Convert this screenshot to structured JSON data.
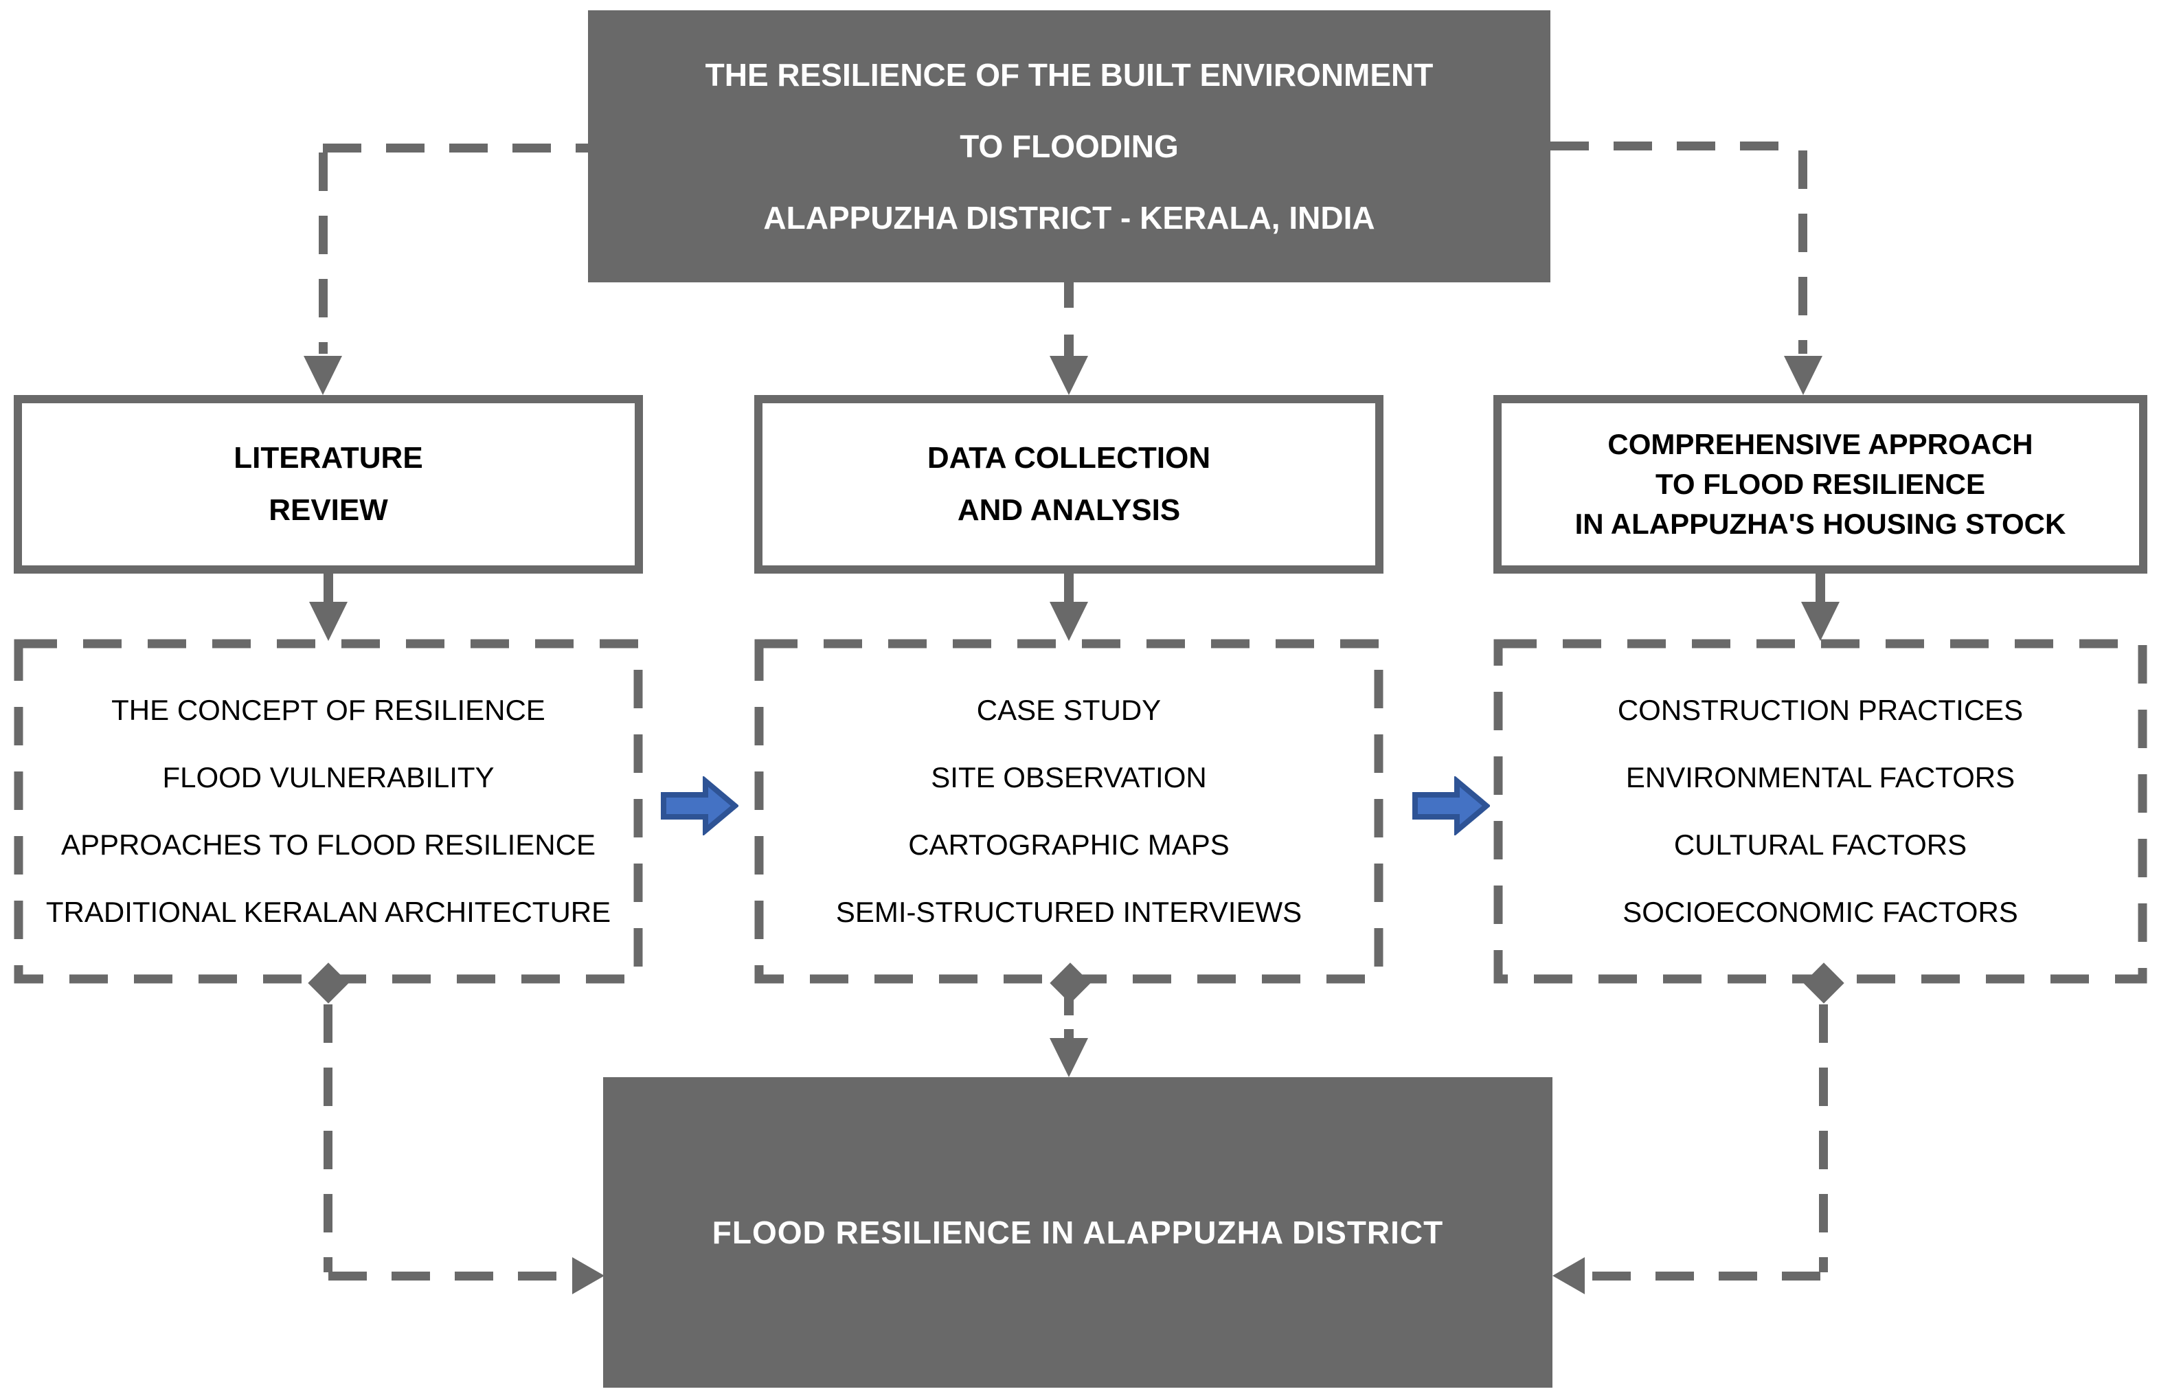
{
  "colors": {
    "gray": "#696969",
    "black_text": "#000000",
    "white_text": "#ffffff",
    "blue_arrow_fill": "#4472c4",
    "blue_arrow_stroke": "#2e5395",
    "background": "#ffffff"
  },
  "title_box": {
    "lines": [
      "THE RESILIENCE OF THE BUILT ENVIRONMENT",
      "TO FLOODING",
      "ALAPPUZHA DISTRICT - KERALA, INDIA"
    ]
  },
  "columns": [
    {
      "header_lines": [
        "LITERATURE",
        "REVIEW"
      ],
      "items": [
        "THE CONCEPT OF RESILIENCE",
        "FLOOD VULNERABILITY",
        "APPROACHES TO FLOOD RESILIENCE",
        "TRADITIONAL KERALAN ARCHITECTURE"
      ]
    },
    {
      "header_lines": [
        "DATA COLLECTION",
        "AND ANALYSIS"
      ],
      "items": [
        "CASE STUDY",
        "SITE OBSERVATION",
        "CARTOGRAPHIC MAPS",
        "SEMI-STRUCTURED INTERVIEWS"
      ]
    },
    {
      "header_lines": [
        "COMPREHENSIVE APPROACH",
        "TO FLOOD RESILIENCE",
        "IN ALAPPUZHA'S HOUSING STOCK"
      ],
      "items": [
        "CONSTRUCTION PRACTICES",
        "ENVIRONMENTAL FACTORS",
        "CULTURAL FACTORS",
        "SOCIOECONOMIC FACTORS"
      ]
    }
  ],
  "result_box": {
    "label": "FLOOD RESILIENCE IN ALAPPUZHA DISTRICT"
  }
}
